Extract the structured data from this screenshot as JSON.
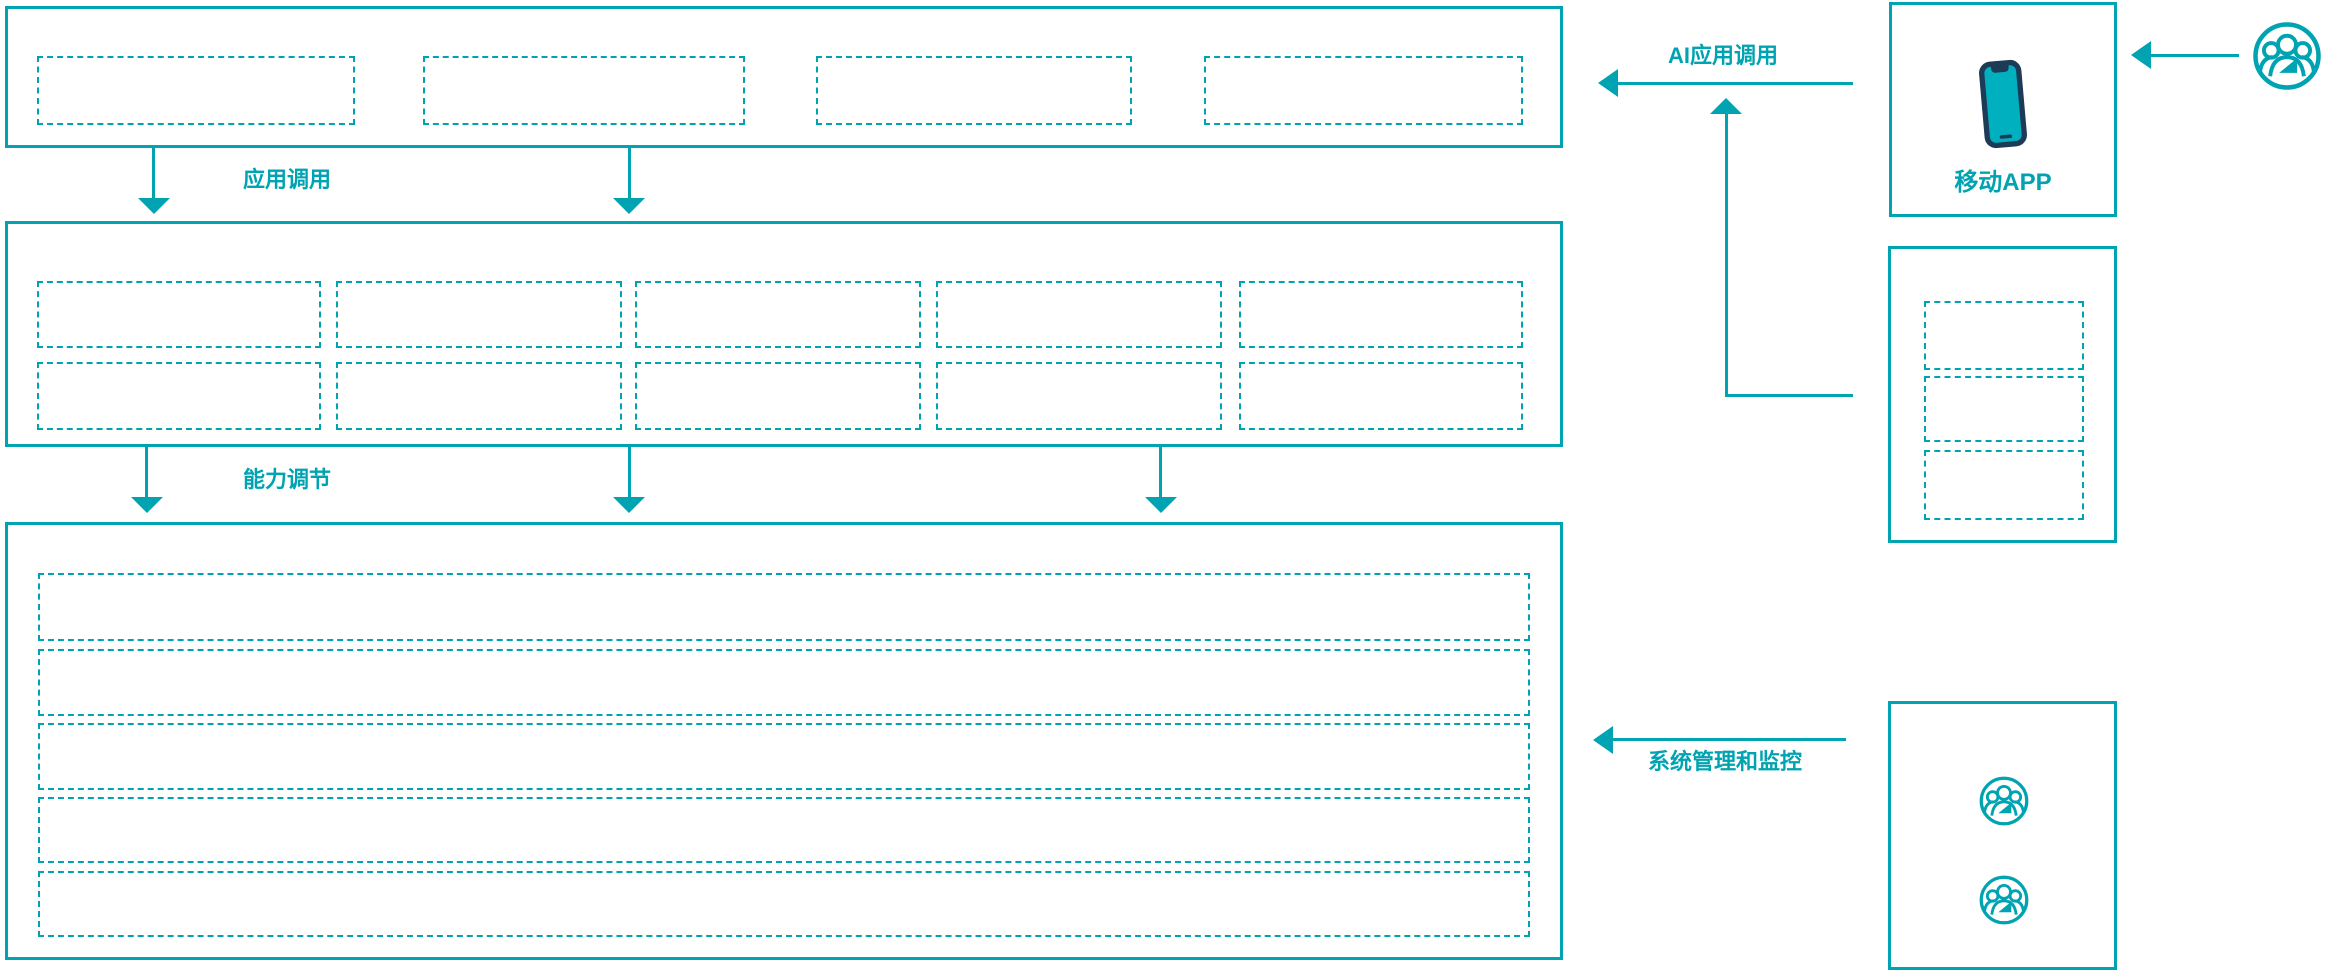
{
  "diagram": {
    "colors": {
      "accent": "#00a3b1",
      "phone_fill": "#00b0be",
      "phone_outline": "#1d3a56",
      "background": "#ffffff"
    },
    "layers": {
      "application_layer": {
        "empty_slots": 4
      },
      "capability_layer": {
        "rows": 2,
        "columns": 5,
        "empty_slots": 10
      },
      "platform_layer": {
        "empty_rows": 5
      }
    },
    "connectors": {
      "app_call_label": "应用调用",
      "capability_adjust_label": "能力调节",
      "ai_app_call_label": "AI应用调用",
      "system_management_label": "系统管理和监控"
    },
    "right_panel": {
      "mobile_app_label": "移动APP",
      "mobile_app_icon": "smartphone-icon",
      "service_stack_empty_slots": 3,
      "admin_box_icons": [
        "user-group-icon",
        "user-group-icon"
      ],
      "end_user_icon": "user-group-icon"
    }
  }
}
